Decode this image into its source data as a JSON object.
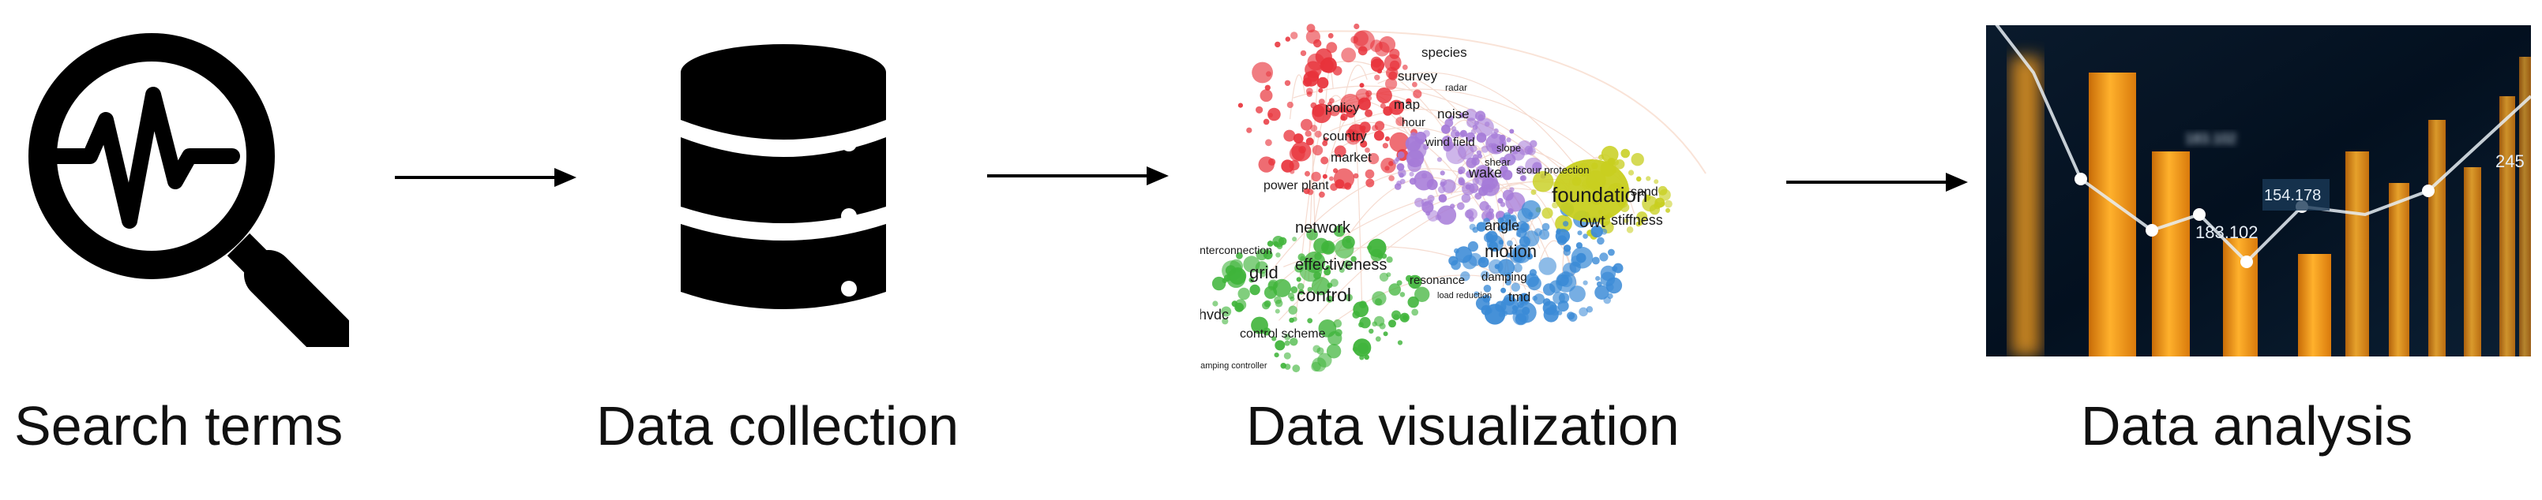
{
  "steps": [
    {
      "id": "search",
      "label": "Search terms",
      "icon": "search-pulse-icon"
    },
    {
      "id": "collection",
      "label": "Data collection",
      "icon": "database-icon"
    },
    {
      "id": "visualization",
      "label": "Data visualization",
      "icon": "keyword-network-map"
    },
    {
      "id": "analysis",
      "label": "Data analysis",
      "icon": "bar-chart-photo"
    }
  ],
  "arrows": [
    "arrow-1",
    "arrow-2",
    "arrow-3"
  ],
  "colors": {
    "icon": "#000000",
    "cluster_red": "#e8333b",
    "cluster_purple": "#a57ad8",
    "cluster_yellow": "#c8cf1f",
    "cluster_blue": "#3a8ad6",
    "cluster_green": "#3fb43a",
    "chart_orange": "#f7a21b",
    "chart_bg": "#05101e"
  },
  "network_map": {
    "terms": [
      {
        "text": "species",
        "cluster": "red"
      },
      {
        "text": "survey",
        "cluster": "red"
      },
      {
        "text": "radar",
        "cluster": "red"
      },
      {
        "text": "policy",
        "cluster": "red"
      },
      {
        "text": "map",
        "cluster": "red"
      },
      {
        "text": "noise",
        "cluster": "red"
      },
      {
        "text": "country",
        "cluster": "red"
      },
      {
        "text": "hour",
        "cluster": "red"
      },
      {
        "text": "market",
        "cluster": "red"
      },
      {
        "text": "wind field",
        "cluster": "purple"
      },
      {
        "text": "slope",
        "cluster": "purple"
      },
      {
        "text": "wake",
        "cluster": "purple"
      },
      {
        "text": "shear",
        "cluster": "purple"
      },
      {
        "text": "scour protection",
        "cluster": "purple"
      },
      {
        "text": "power plant",
        "cluster": "red"
      },
      {
        "text": "foundation",
        "cluster": "yellow"
      },
      {
        "text": "sand",
        "cluster": "yellow"
      },
      {
        "text": "owt",
        "cluster": "yellow"
      },
      {
        "text": "stiffness",
        "cluster": "yellow"
      },
      {
        "text": "network",
        "cluster": "green"
      },
      {
        "text": "interconnection",
        "cluster": "green"
      },
      {
        "text": "effectiveness",
        "cluster": "green"
      },
      {
        "text": "grid",
        "cluster": "green"
      },
      {
        "text": "control",
        "cluster": "green"
      },
      {
        "text": "hvdc",
        "cluster": "green"
      },
      {
        "text": "control scheme",
        "cluster": "green"
      },
      {
        "text": "damping controller",
        "cluster": "green"
      },
      {
        "text": "angle",
        "cluster": "blue"
      },
      {
        "text": "motion",
        "cluster": "blue"
      },
      {
        "text": "damping",
        "cluster": "blue"
      },
      {
        "text": "resonance",
        "cluster": "blue"
      },
      {
        "text": "tmd",
        "cluster": "blue"
      },
      {
        "text": "load reduction",
        "cluster": "blue"
      }
    ]
  },
  "bar_chart": {
    "labels": [
      "183.102",
      "183.102",
      "154.178",
      "245"
    ]
  }
}
